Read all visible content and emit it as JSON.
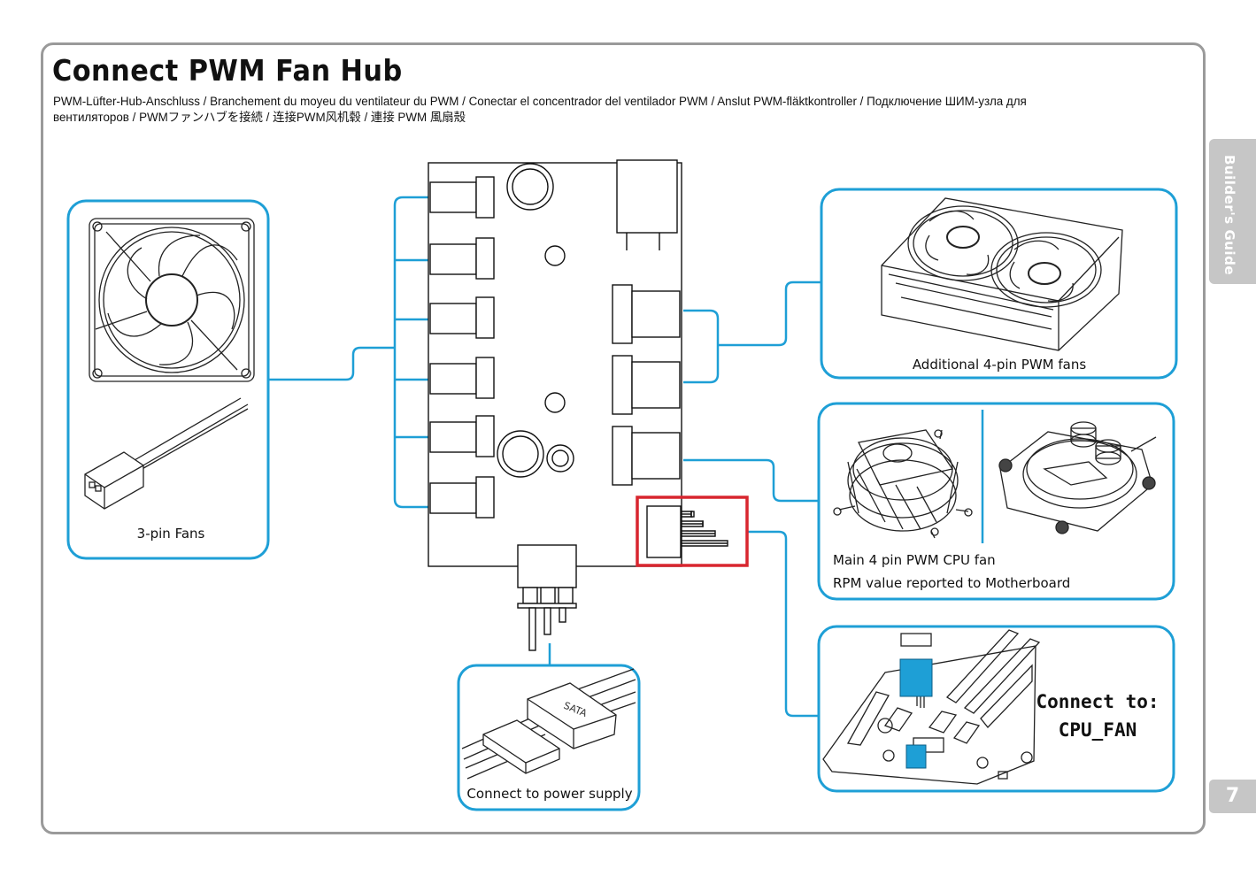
{
  "page": {
    "title": "Connect PWM Fan Hub",
    "subtitle_line1": "PWM-Lüfter-Hub-Anschluss / Branchement du moyeu du ventilateur du PWM / Conectar el concentrador del ventilador PWM / Anslut PWM-fläktkontroller / Подключение ШИМ-узла для",
    "subtitle_line2": "вентиляторов / PWMファンハブを接続 / 连接PWM风机毂 / 連接 PWM 風扇殼",
    "side_tab": "Builder's Guide",
    "page_number": "7"
  },
  "labels": {
    "three_pin": "3-pin Fans",
    "additional": "Additional  4-pin PWM fans",
    "cpu_fan_line1": "Main 4 pin PWM CPU fan",
    "cpu_fan_line2": "RPM value reported to Motherboard",
    "connect_to_line1": "Connect to:",
    "connect_to_line2": "CPU_FAN",
    "power_supply": "Connect to power supply",
    "sata": "SATA"
  },
  "colors": {
    "callout_blue": "#1e9fd6",
    "highlight_red": "#d8262f",
    "header_blue": "#2a8ed8",
    "frame_gray": "#9a9a9a",
    "tab_gray": "#c6c6c6"
  }
}
